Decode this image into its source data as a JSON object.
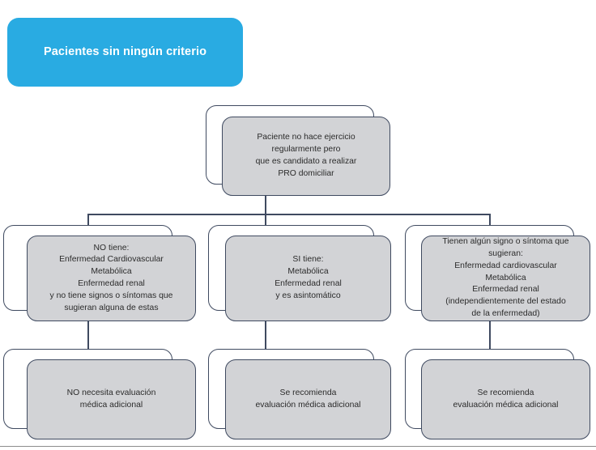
{
  "diagram": {
    "type": "flowchart",
    "title": "Pacientes sin ningún criterio",
    "banner": {
      "label": "Pacientes sin ningún criterio",
      "background_color": "#29abe2",
      "text_color": "#ffffff"
    },
    "colors": {
      "card_fill": "#d2d3d6",
      "card_back_fill": "#ffffff",
      "card_border": "#3f4a60",
      "connector": "#3f4a60",
      "text": "#2b2b2b",
      "footer_rule": "#8c8c8c"
    },
    "levels": [
      {
        "name": "root",
        "nodes": [
          {
            "id": "root-node",
            "text": "Paciente no hace ejercicio\nregularmente pero\nque es candidato a realizar\nPRO domiciliar"
          }
        ]
      },
      {
        "name": "criteria",
        "nodes": [
          {
            "id": "criteria-left",
            "text": "NO tiene:\nEnfermedad Cardiovascular\nMetabólica\nEnfermedad renal\ny no tiene signos o síntomas que\nsugieran alguna de estas"
          },
          {
            "id": "criteria-center",
            "text": "SI tiene:\nMetabólica\nEnfermedad renal\ny es asintomático"
          },
          {
            "id": "criteria-right",
            "text": "Tienen algún signo o síntoma que\nsugieran:\nEnfermedad cardiovascular\nMetabólica\nEnfermedad renal\n(independientemente del estado\nde la enfermedad)"
          }
        ]
      },
      {
        "name": "outcomes",
        "nodes": [
          {
            "id": "outcome-left",
            "text": "NO necesita evaluación\nmédica adicional"
          },
          {
            "id": "outcome-center",
            "text": "Se recomienda\nevaluación médica adicional"
          },
          {
            "id": "outcome-right",
            "text": "Se recomienda\nevaluación médica adicional"
          }
        ]
      }
    ]
  }
}
